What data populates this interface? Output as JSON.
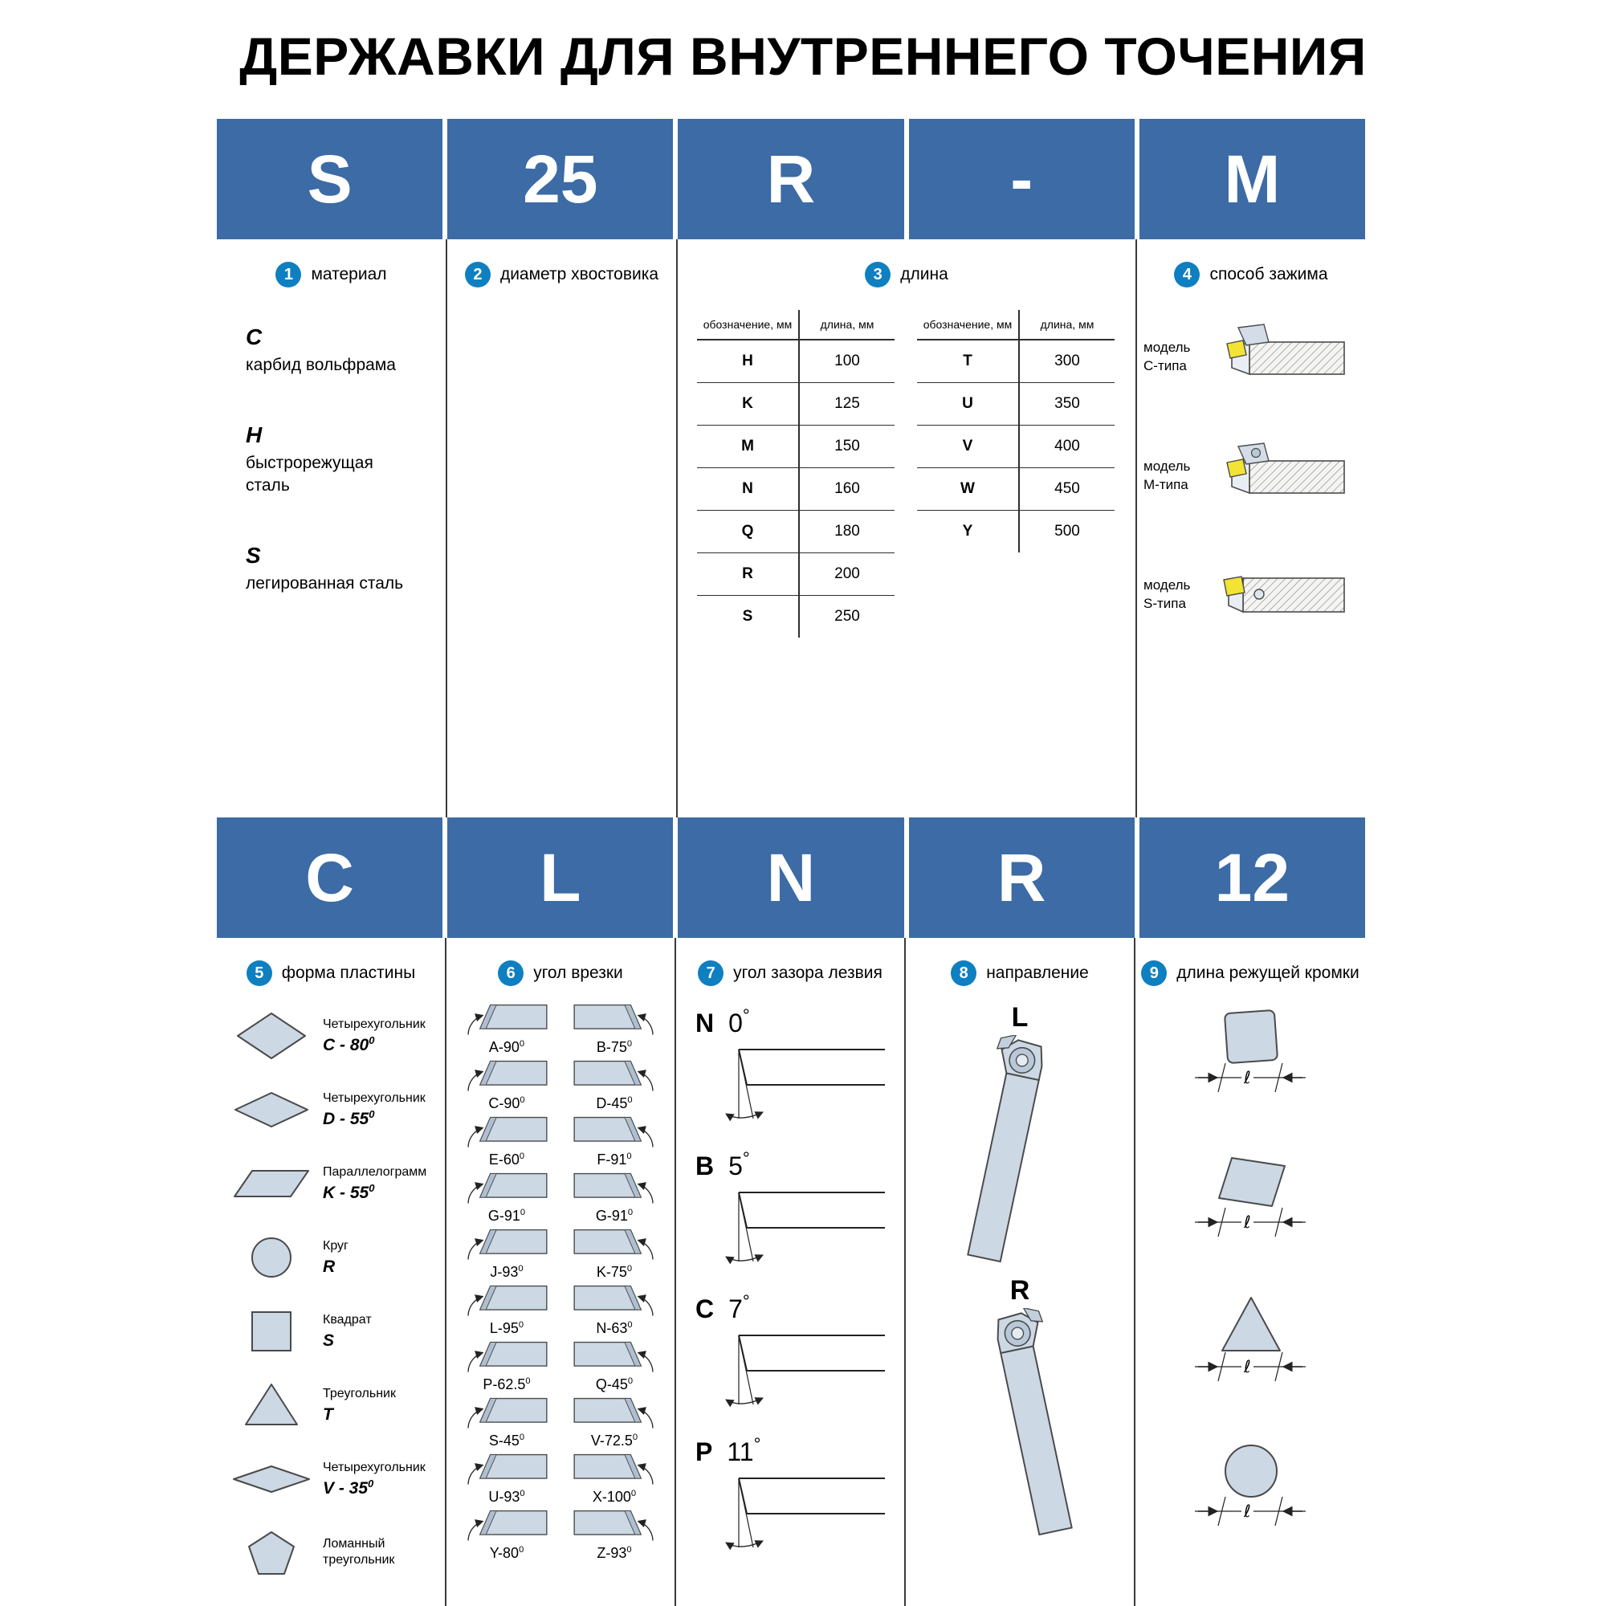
{
  "page": {
    "title": "ДЕРЖАВКИ ДЛЯ ВНУТРЕННЕГО ТОЧЕНИЯ"
  },
  "code_top": {
    "cells": [
      "S",
      "25",
      "R",
      "-",
      "M"
    ]
  },
  "code_bottom": {
    "cells": [
      "C",
      "L",
      "N",
      "R",
      "12"
    ]
  },
  "material": {
    "badge": "1",
    "label": "материал",
    "items": [
      {
        "code": "C",
        "name": "карбид вольфрама"
      },
      {
        "code": "H",
        "name": "быстрорежущая сталь"
      },
      {
        "code": "S",
        "name": "легированная сталь"
      }
    ]
  },
  "shank": {
    "badge": "2",
    "label": "диаметр хвостовика"
  },
  "length": {
    "badge": "3",
    "label": "длина",
    "header_code": "обозначение, мм",
    "header_len": "длина, мм",
    "table1": [
      {
        "code": "H",
        "len": "100"
      },
      {
        "code": "K",
        "len": "125"
      },
      {
        "code": "M",
        "len": "150"
      },
      {
        "code": "N",
        "len": "160"
      },
      {
        "code": "Q",
        "len": "180"
      },
      {
        "code": "R",
        "len": "200"
      },
      {
        "code": "S",
        "len": "250"
      }
    ],
    "table2": [
      {
        "code": "T",
        "len": "300"
      },
      {
        "code": "U",
        "len": "350"
      },
      {
        "code": "V",
        "len": "400"
      },
      {
        "code": "W",
        "len": "450"
      },
      {
        "code": "Y",
        "len": "500"
      }
    ]
  },
  "clamping": {
    "badge": "4",
    "label": "способ зажима",
    "items": [
      {
        "name1": "модель",
        "name2": "C-типа"
      },
      {
        "name1": "модель",
        "name2": "M-типа"
      },
      {
        "name1": "модель",
        "name2": "S-типа"
      }
    ]
  },
  "insert_shape": {
    "badge": "5",
    "label": "форма пластины",
    "items": [
      {
        "name": "Четырехугольник",
        "code": "C - 80",
        "sup": "0"
      },
      {
        "name": "Четырехугольник",
        "code": "D - 55",
        "sup": "0"
      },
      {
        "name": "Параллелограмм",
        "code": "K - 55",
        "sup": "0"
      },
      {
        "name": "Круг",
        "code": "R",
        "sup": ""
      },
      {
        "name": "Квадрат",
        "code": "S",
        "sup": ""
      },
      {
        "name": "Треугольник",
        "code": "T",
        "sup": ""
      },
      {
        "name": "Четырехугольник",
        "code": "V - 35",
        "sup": "0"
      },
      {
        "name": "Ломанный треугольник",
        "code": "",
        "sup": ""
      }
    ]
  },
  "lead_angle": {
    "badge": "6",
    "label": "угол врезки",
    "items": [
      {
        "t": "A-90",
        "s": "0"
      },
      {
        "t": "B-75",
        "s": "0"
      },
      {
        "t": "C-90",
        "s": "0"
      },
      {
        "t": "D-45",
        "s": "0"
      },
      {
        "t": "E-60",
        "s": "0"
      },
      {
        "t": "F-91",
        "s": "0"
      },
      {
        "t": "G-91",
        "s": "0"
      },
      {
        "t": "G-91",
        "s": "0"
      },
      {
        "t": "J-93",
        "s": "0"
      },
      {
        "t": "K-75",
        "s": "0"
      },
      {
        "t": "L-95",
        "s": "0"
      },
      {
        "t": "N-63",
        "s": "0"
      },
      {
        "t": "P-62.5",
        "s": "0"
      },
      {
        "t": "Q-45",
        "s": "0"
      },
      {
        "t": "S-45",
        "s": "0"
      },
      {
        "t": "V-72.5",
        "s": "0"
      },
      {
        "t": "U-93",
        "s": "0"
      },
      {
        "t": "X-100",
        "s": "0"
      },
      {
        "t": "Y-80",
        "s": "0"
      },
      {
        "t": "Z-93",
        "s": "0"
      }
    ]
  },
  "clearance": {
    "badge": "7",
    "label": "угол зазора лезвия",
    "degree": "°",
    "items": [
      {
        "code": "N",
        "angle": "0"
      },
      {
        "code": "B",
        "angle": "5"
      },
      {
        "code": "C",
        "angle": "7"
      },
      {
        "code": "P",
        "angle": "11"
      }
    ]
  },
  "direction": {
    "badge": "8",
    "label": "направление",
    "items": [
      {
        "code": "L"
      },
      {
        "code": "R"
      }
    ]
  },
  "edge_length": {
    "badge": "9",
    "label": "длина режущей кромки",
    "dim": "ℓ"
  }
}
